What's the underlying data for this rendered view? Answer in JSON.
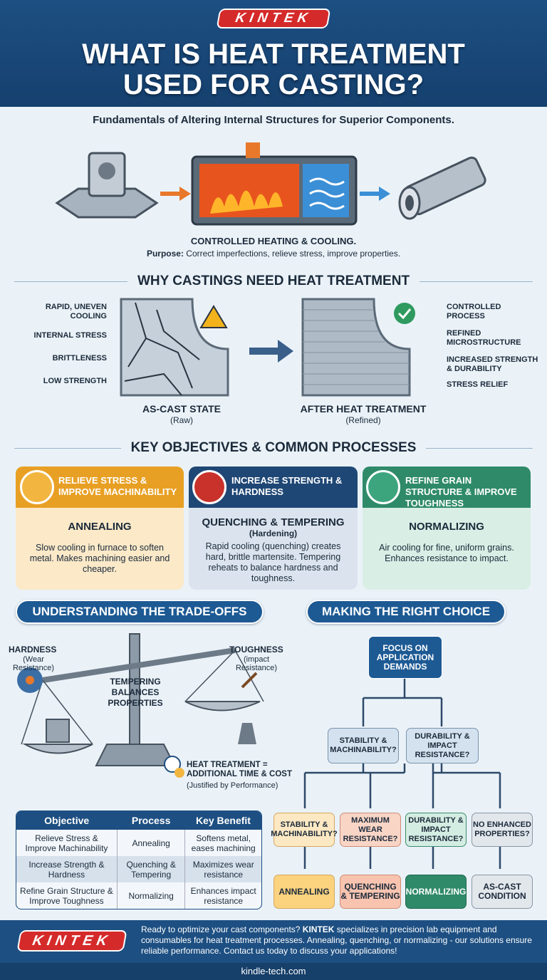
{
  "brand": "KINTEK",
  "title": [
    "WHAT IS HEAT TREATMENT",
    "USED FOR CASTING?"
  ],
  "subtitle": "Fundamentals of Altering Internal Structures for Superior Components.",
  "process": {
    "heading": "CONTROLLED HEATING & COOLING.",
    "purpose_label": "Purpose:",
    "purpose_text": " Correct imperfections, relieve stress, improve properties."
  },
  "why": {
    "heading": "WHY CASTINGS NEED HEAT TREATMENT",
    "left_labels": [
      "RAPID, UNEVEN COOLING",
      "INTERNAL STRESS",
      "BRITTLENESS",
      "LOW STRENGTH"
    ],
    "left_caption": "AS-CAST STATE",
    "left_sub": "(Raw)",
    "right_labels": [
      "CONTROLLED PROCESS",
      "REFINED MICROSTRUCTURE",
      "INCREASED STRENGTH & DURABILITY",
      "STRESS RELIEF"
    ],
    "right_caption": "AFTER HEAT TREATMENT",
    "right_sub": "(Refined)"
  },
  "objectives": {
    "heading": "KEY OBJECTIVES & COMMON PROCESSES",
    "cards": [
      {
        "header": "RELIEVE STRESS & IMPROVE MACHINABILITY",
        "name": "ANNEALING",
        "sub": "",
        "desc": "Slow cooling in furnace to soften metal. Makes machining easier and cheaper.",
        "color": "#e8a024",
        "bg": "#fbe9c8"
      },
      {
        "header": "INCREASE STRENGTH & HARDNESS",
        "name": "QUENCHING & TEMPERING",
        "sub": "(Hardening)",
        "desc": "Rapid cooling (quenching) creates hard, brittle martensite. Tempering reheats to balance hardness and toughness.",
        "color": "#1f4775",
        "bg": "#dbe4ee"
      },
      {
        "header": "REFINE GRAIN STRUCTURE & IMPROVE TOUGHNESS",
        "name": "NORMALIZING",
        "sub": "",
        "desc": "Air cooling for fine, uniform grains. Enhances resistance to impact.",
        "color": "#2f8a6a",
        "bg": "#d9eee5"
      }
    ]
  },
  "tradeoffs": {
    "heading": "UNDERSTANDING THE TRADE-OFFS",
    "hardness": "HARDNESS",
    "hardness_sub": "(Wear Resistance)",
    "toughness": "TOUGHNESS",
    "toughness_sub": "(impact Resistance)",
    "center": "TEMPERING BALANCES PROPERTIES",
    "cost": "HEAT TREATMENT = ADDITIONAL TIME & COST",
    "cost_sub": "(Justified by Performance)"
  },
  "table": {
    "headers": [
      "Objective",
      "Process",
      "Key Benefit"
    ],
    "rows": [
      [
        "Relieve Stress & Improve Machinability",
        "Annealing",
        "Softens metal, eases machining"
      ],
      [
        "Increase Strength & Hardness",
        "Quenching & Tempering",
        "Maximizes wear resistance"
      ],
      [
        "Refine Grain Structure & Improve Toughness",
        "Normalizing",
        "Enhances impact resistance"
      ]
    ]
  },
  "choice": {
    "heading": "MAKING THE RIGHT CHOICE",
    "root": "FOCUS ON APPLICATION DEMANDS",
    "level2": [
      "STABILITY & MACHINABILITY?",
      "DURABILITY & IMPACT RESISTANCE?"
    ],
    "level3": [
      "STABILITY & MACHINABILITY?",
      "MAXIMUM WEAR RESISTANCE?",
      "DURABILITY & IMPACT RESISTANCE?",
      "NO ENHANCED PROPERTIES?"
    ],
    "results": [
      "ANNEALING",
      "QUENCHING & TEMPERING",
      "NORMALIZING",
      "AS-CAST CONDITION"
    ]
  },
  "footer": {
    "text_1": "Ready to optimize your cast components? ",
    "brand": "KINTEK",
    "text_2": " specializes in precision lab equipment and consumables for heat treatment processes. Annealing, quenching, or normalizing - our solutions ensure reliable performance. Contact us today to discuss your applications!",
    "url": "kindle-tech.com"
  }
}
